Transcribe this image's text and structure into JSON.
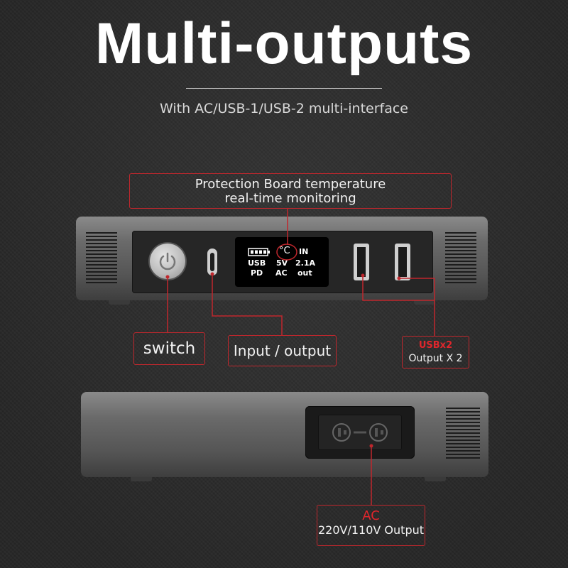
{
  "header": {
    "title": "Multi-outputs",
    "subtitle": "With AC/USB-1/USB-2 multi-interface"
  },
  "callouts": {
    "protection": {
      "line1": "Protection Board temperature",
      "line2": "real-time monitoring"
    },
    "switch": {
      "label": "switch"
    },
    "io": {
      "label": "Input / output"
    },
    "usb": {
      "title": "USBx2",
      "label": "Output X 2"
    },
    "ac": {
      "title": "AC",
      "label": "220V/110V Output"
    }
  },
  "display": {
    "row1_unit": "°C",
    "row1_in": "IN",
    "row2_col1": "USB",
    "row2_col2": "5V",
    "row2_col3": "2.1A",
    "row3_col1": "PD",
    "row3_col2": "AC",
    "row3_col3": "out"
  },
  "colors": {
    "accent": "#c0272d",
    "background": "#2c2c2c"
  }
}
